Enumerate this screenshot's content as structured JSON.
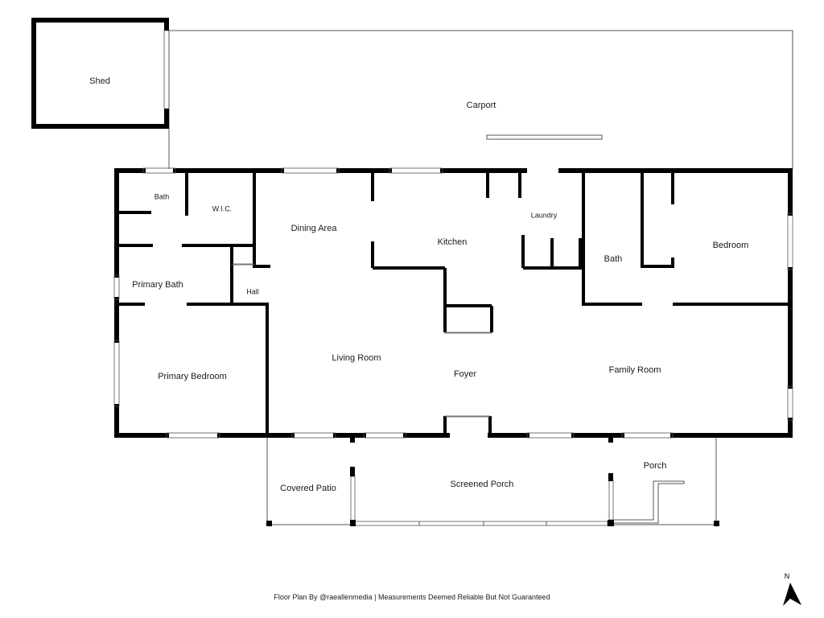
{
  "rooms": {
    "shed": "Shed",
    "carport": "Carport",
    "bath_small": "Bath",
    "wic": "W.I.C.",
    "dining": "Dining Area",
    "kitchen": "Kitchen",
    "laundry": "Laundry",
    "bath": "Bath",
    "bedroom": "Bedroom",
    "primary_bath": "Primary Bath",
    "hall": "Hall",
    "primary_bedroom": "Primary Bedroom",
    "living": "Living Room",
    "foyer": "Foyer",
    "family": "Family Room",
    "covered_patio": "Covered Patio",
    "screened_porch": "Screened Porch",
    "porch": "Porch"
  },
  "footer": "Floor Plan By @raeallenmedia | Measurements Deemed Reliable But Not Guaranteed",
  "compass": "N"
}
